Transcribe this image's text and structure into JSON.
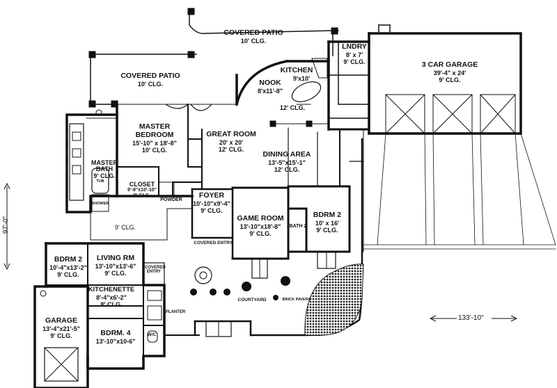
{
  "rooms": {
    "covered_patio_top": {
      "name": "COVERED PATIO",
      "ceiling": "10' CLG."
    },
    "covered_patio_left": {
      "name": "COVERED PATIO",
      "ceiling": "10' CLG."
    },
    "laundry": {
      "name": "LNDRY",
      "size": "8' x 7'",
      "ceiling": "9' CLG."
    },
    "garage_3car": {
      "name": "3 CAR GARAGE",
      "size": "39'-4\" x 24'",
      "ceiling": "9' CLG."
    },
    "kitchen": {
      "name": "KITCHEN",
      "size": "9'x10'"
    },
    "nook": {
      "name": "NOOK",
      "size": "8'x11'-8\"",
      "ceiling": "12' CLG."
    },
    "master_bedroom": {
      "name": "MASTER BEDROOM",
      "size": "15'-10\" x 18'-8\"",
      "ceiling": "10' CLG."
    },
    "great_room": {
      "name": "GREAT ROOM",
      "size": "20' x 20'",
      "ceiling": "12' CLG."
    },
    "dining": {
      "name": "DINING AREA",
      "size": "13'-5\"x15'-1\"",
      "ceiling": "12' CLG."
    },
    "master_bath": {
      "name": "MASTER BATH",
      "ceiling": "9' CLG."
    },
    "closet": {
      "name": "CLOSET",
      "size": "9'-8\"x10'-10\"",
      "ceiling": "9' CLG."
    },
    "powder": {
      "name": "POWDER"
    },
    "foyer": {
      "name": "FOYER",
      "size": "10'-10\"x9'-4\"",
      "ceiling": "9' CLG."
    },
    "game_room": {
      "name": "GAME ROOM",
      "size": "13'-10\"x18'-8\"",
      "ceiling": "9' CLG."
    },
    "bdrm2_main": {
      "name": "BDRM 2",
      "size": "10' x 16'",
      "ceiling": "9' CLG."
    },
    "bath2": {
      "name": "BATH 2"
    },
    "bdrm2_casita": {
      "name": "BDRM 2",
      "size": "10'-4\"x13'-2\"",
      "ceiling": "9' CLG."
    },
    "living_rm": {
      "name": "LIVING RM",
      "size": "13'-10\"x13'-6\"",
      "ceiling": "9' CLG."
    },
    "kitchenette": {
      "name": "KITCHENETTE",
      "size": "8'-4\"x6'-2\"",
      "ceiling": "8' CLG."
    },
    "garage_small": {
      "name": "GARAGE",
      "size": "13'-4\"x21'-5\"",
      "ceiling": "9' CLG."
    },
    "bdrm4": {
      "name": "BDRM. 4",
      "size": "13'-10\"x10-6\"",
      "ceiling": "9' CLG."
    }
  },
  "small_labels": {
    "covered_entry": "COVERED ENTRY",
    "covered_entry_casita": "COVERED ENTRY",
    "courtyard": "COURTYARD",
    "brick_pavers": "BRICK PAVERS",
    "planter": "PLANTER",
    "hall_ceiling": "9' CLG.",
    "wic": "W/C",
    "shower": "SHOWER",
    "tub": "TUB"
  },
  "dimensions": {
    "overall_width": "133'-10\"",
    "overall_depth": "97'-0\""
  }
}
